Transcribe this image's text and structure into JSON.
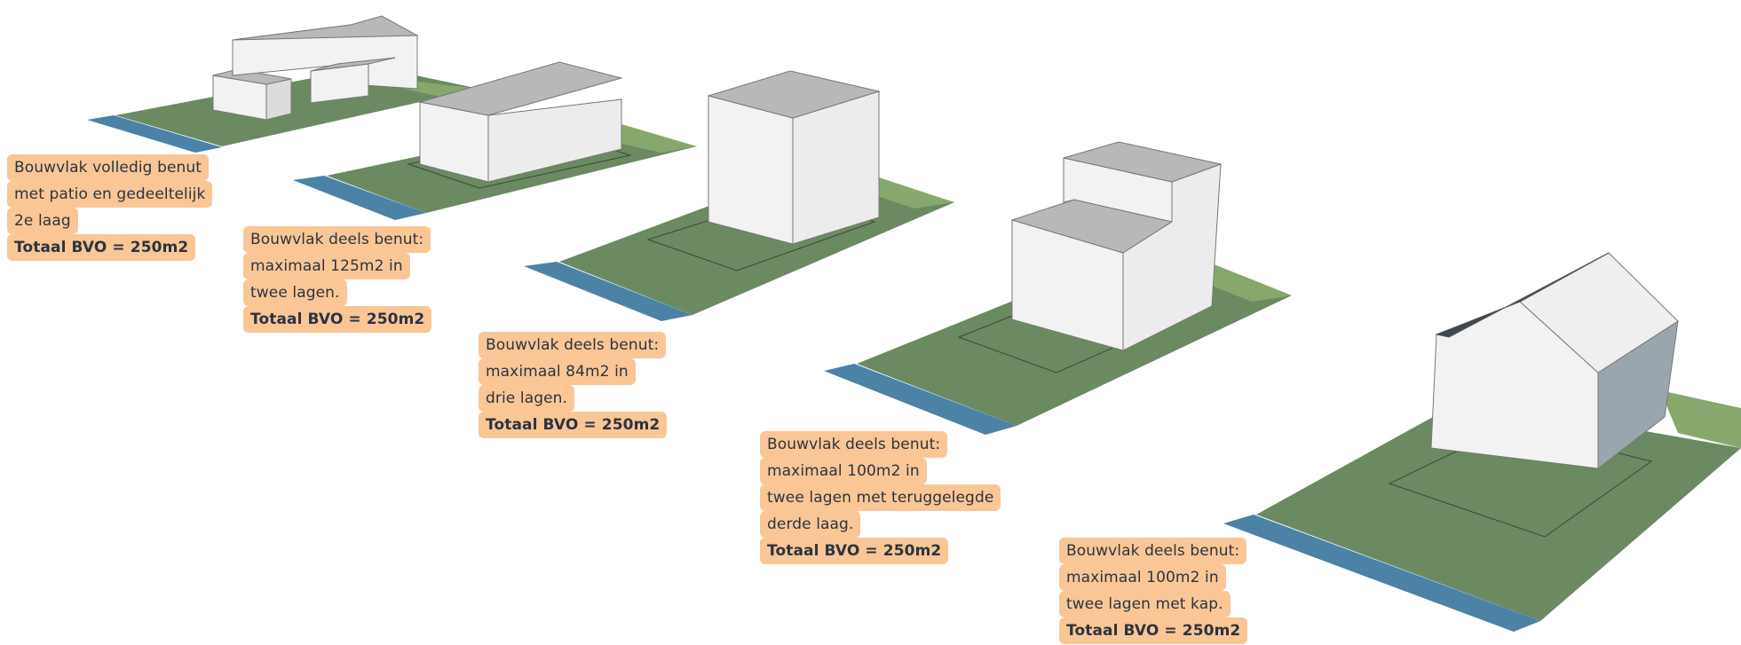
{
  "colors": {
    "plot_green": "#6b8a62",
    "plot_green_light": "#86a86c",
    "street_blue": "#4b82a6",
    "wall_light": "#f2f2f2",
    "wall_shadow": "#dcdcdc",
    "roof_grey": "#b8b8b8",
    "roof_dark": "#3f4650",
    "label_bg": "#fac696",
    "label_text": "#2b3440"
  },
  "options": [
    {
      "id": "option-1",
      "massing": "patio-with-partial-second-layer",
      "lines": [
        "Bouwvlak volledig benut",
        "met patio en gedeeltelijk",
        "2e laag"
      ],
      "total": "Totaal BVO = 250m2"
    },
    {
      "id": "option-2",
      "massing": "two-layers",
      "lines": [
        "Bouwvlak deels benut:",
        "maximaal 125m2 in",
        "twee lagen."
      ],
      "total": "Totaal BVO = 250m2"
    },
    {
      "id": "option-3",
      "massing": "three-layers",
      "lines": [
        "Bouwvlak deels benut:",
        "maximaal 84m2 in",
        "drie lagen."
      ],
      "total": "Totaal BVO = 250m2"
    },
    {
      "id": "option-4",
      "massing": "two-layers-with-setback-third-layer",
      "lines": [
        "Bouwvlak deels benut:",
        "maximaal 100m2 in",
        "twee lagen met teruggelegde",
        "derde laag."
      ],
      "total": "Totaal BVO = 250m2"
    },
    {
      "id": "option-5",
      "massing": "two-layers-with-pitched-roof",
      "lines": [
        "Bouwvlak deels benut:",
        "maximaal 100m2 in",
        "twee lagen met kap."
      ],
      "total": "Totaal BVO = 250m2"
    }
  ]
}
